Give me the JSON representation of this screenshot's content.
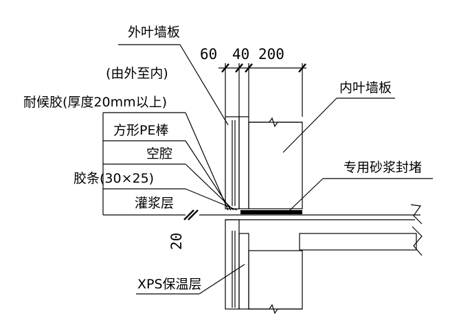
{
  "labels": {
    "outer_leaf": "外叶墙板",
    "inner_leaf": "内叶墙板",
    "order_note": "(由外至内)",
    "sealant": "耐候胶(厚度20mm以上)",
    "pe_rod": "方形PE棒",
    "cavity": "空腔",
    "rubber_strip": "胶条(30×25)",
    "grout": "灌浆层",
    "mortar_seal": "专用砂浆封堵",
    "xps": "XPS保温层"
  },
  "dimensions": {
    "outer": "60",
    "insulation": "40",
    "inner": "200",
    "joint": "20"
  }
}
